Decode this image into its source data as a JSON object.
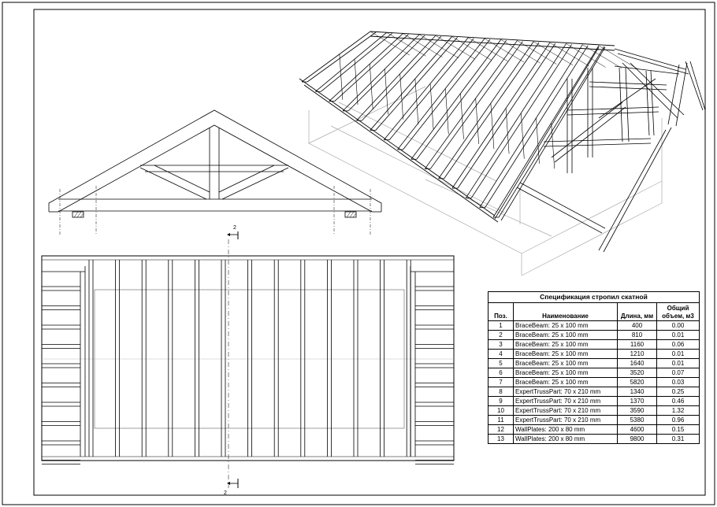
{
  "section_marks": {
    "top": "2",
    "bottom": "2"
  },
  "spec": {
    "title": "Спецификация стропил скатной",
    "headers": {
      "pos": "Поз.",
      "name": "Наименование",
      "length": "Длина, мм",
      "volume": "Общий объем, м3"
    },
    "rows": [
      {
        "pos": "1",
        "name": "BraceBeam: 25 x 100 mm",
        "length": "400",
        "volume": "0.00"
      },
      {
        "pos": "2",
        "name": "BraceBeam: 25 x 100 mm",
        "length": "810",
        "volume": "0.01"
      },
      {
        "pos": "3",
        "name": "BraceBeam: 25 x 100 mm",
        "length": "1160",
        "volume": "0.06"
      },
      {
        "pos": "4",
        "name": "BraceBeam: 25 x 100 mm",
        "length": "1210",
        "volume": "0.01"
      },
      {
        "pos": "5",
        "name": "BraceBeam: 25 x 100 mm",
        "length": "1640",
        "volume": "0.01"
      },
      {
        "pos": "6",
        "name": "BraceBeam: 25 x 100 mm",
        "length": "3520",
        "volume": "0.07"
      },
      {
        "pos": "7",
        "name": "BraceBeam: 25 x 100 mm",
        "length": "5820",
        "volume": "0.03"
      },
      {
        "pos": "8",
        "name": "ExpertTrussPart: 70 x 210 mm",
        "length": "1340",
        "volume": "0.25"
      },
      {
        "pos": "9",
        "name": "ExpertTrussPart: 70 x 210 mm",
        "length": "1370",
        "volume": "0.46"
      },
      {
        "pos": "10",
        "name": "ExpertTrussPart: 70 x 210 mm",
        "length": "3590",
        "volume": "1.32"
      },
      {
        "pos": "11",
        "name": "ExpertTrussPart: 70 x 210 mm",
        "length": "5380",
        "volume": "0.96"
      },
      {
        "pos": "12",
        "name": "WallPlates: 200 x 80 mm",
        "length": "4600",
        "volume": "0.15"
      },
      {
        "pos": "13",
        "name": "WallPlates: 200 x 80 mm",
        "length": "9800",
        "volume": "0.31"
      }
    ]
  }
}
